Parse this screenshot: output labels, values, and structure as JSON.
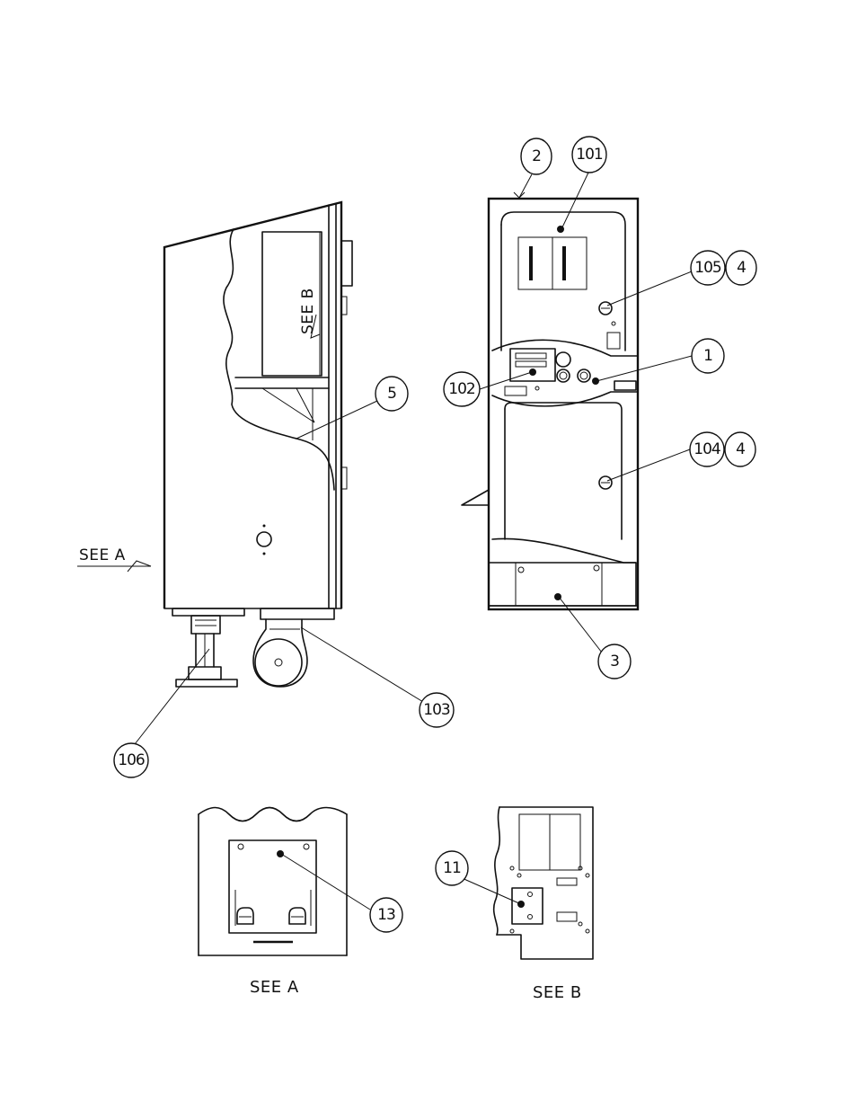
{
  "callouts": {
    "c1": "1",
    "c2": "2",
    "c3": "3",
    "c4a": "4",
    "c4b": "4",
    "c5": "5",
    "c11": "11",
    "c13": "13",
    "c101": "101",
    "c102": "102",
    "c103": "103",
    "c104": "104",
    "c105": "105",
    "c106": "106"
  },
  "labels": {
    "see_a_side": "SEE A",
    "see_b_side": "SEE B",
    "see_a_caption": "SEE A",
    "see_b_caption": "SEE B"
  }
}
